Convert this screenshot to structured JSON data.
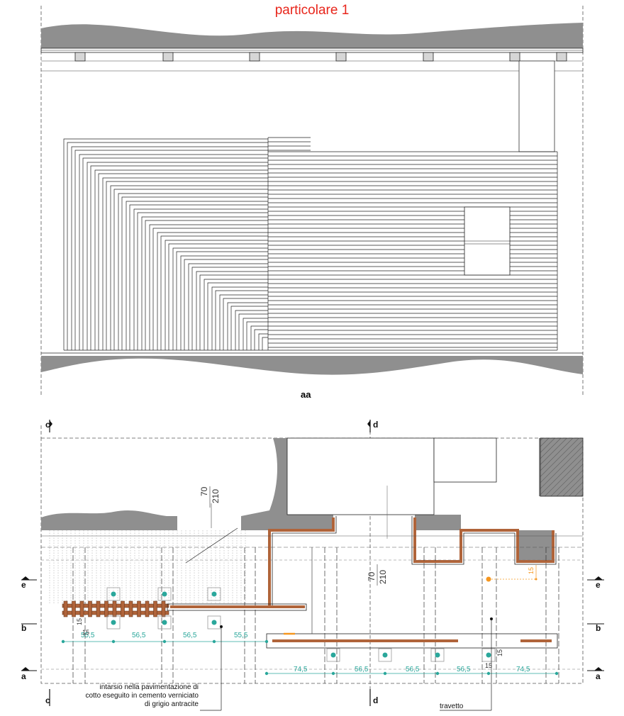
{
  "title": "particolare 1",
  "section_label": "aa",
  "section_marks": {
    "c": "c",
    "d": "d",
    "e": "e",
    "b": "b",
    "a": "a"
  },
  "dimensions": {
    "upper_row": [
      "55,5",
      "56,5",
      "56,5",
      "55,5"
    ],
    "lower_row": [
      "74,5",
      "56,5",
      "56,5",
      "56,5",
      "74,5"
    ],
    "small": [
      "15",
      "15",
      "15",
      "15",
      "15"
    ],
    "door_left": {
      "w": "70",
      "h": "210"
    },
    "door_mid": {
      "w": "70",
      "h": "210"
    }
  },
  "annotations": {
    "note_lines": [
      "intarsio nella pavimentazione di",
      "cotto eseguito in cemento verniciato",
      "di grigio antracite"
    ],
    "travetto": "travetto"
  },
  "colors": {
    "title": "#e8261c",
    "wall": "#8f8f8f",
    "wood": "#b0643a",
    "dimension": "#2aa79b",
    "accent": "#f5961e"
  }
}
